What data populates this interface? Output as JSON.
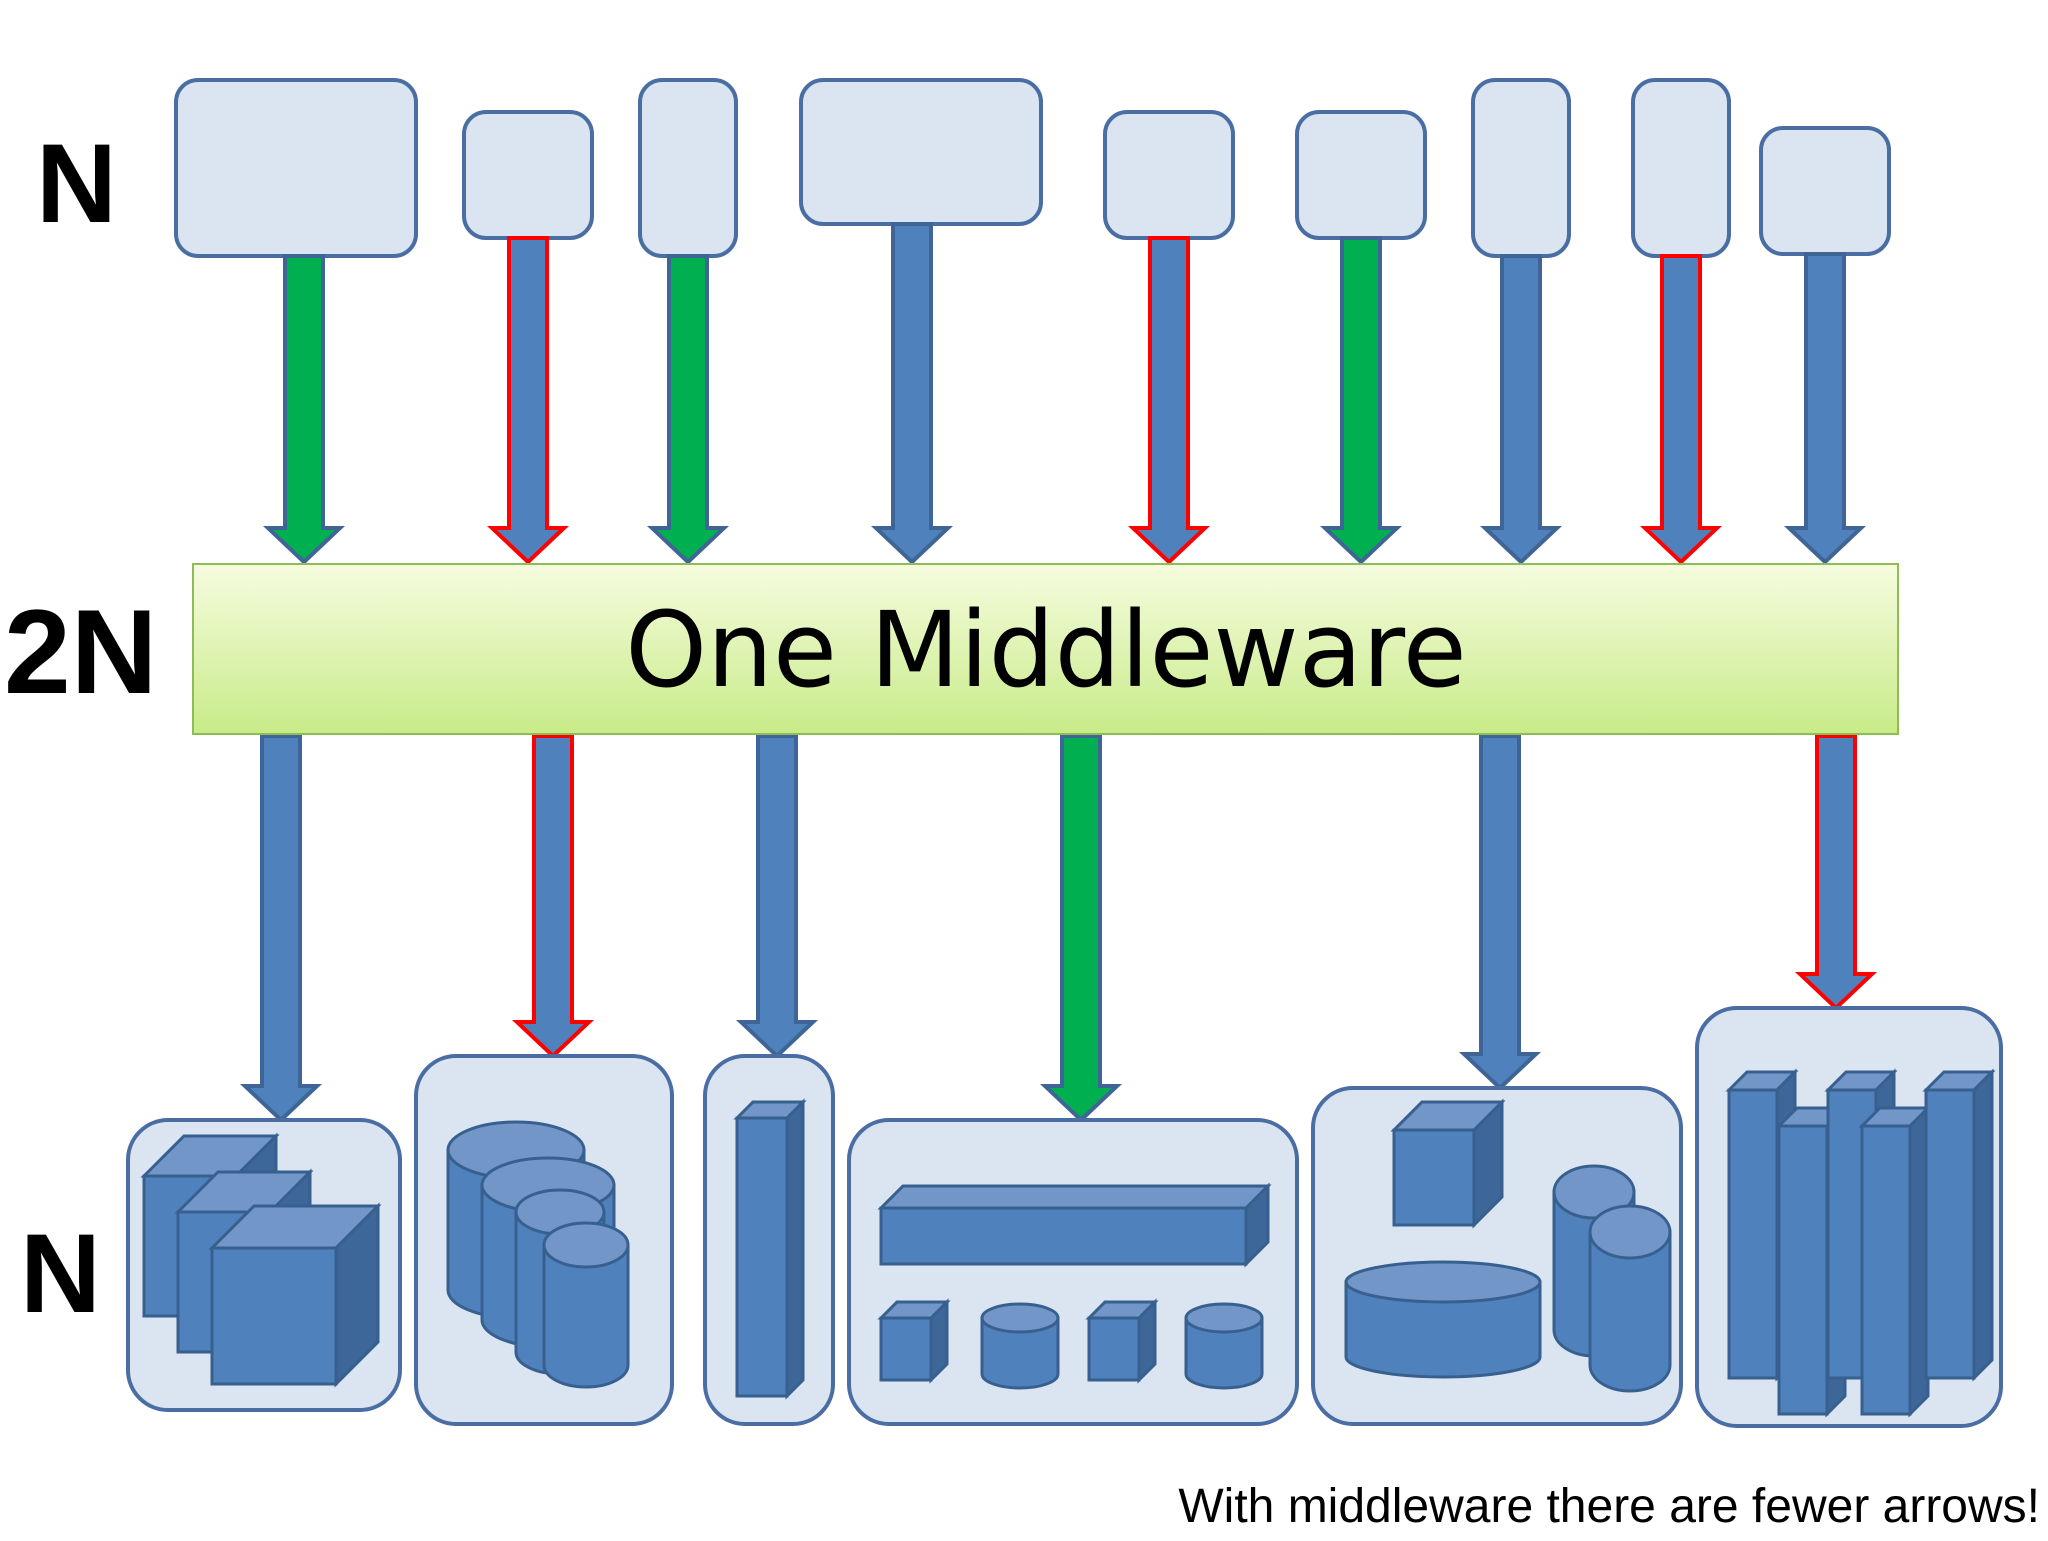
{
  "labels": {
    "top_n": "N",
    "middle_2n": "2N",
    "bottom_n": "N"
  },
  "middleware": {
    "label": "One Middleware"
  },
  "caption": "With middleware there are fewer arrows!",
  "colors": {
    "box_fill": "#dbe5f1",
    "box_stroke": "#4a6ea3",
    "arrow_blue": "#4f81bd",
    "arrow_green": "#00b050",
    "arrow_red_outline": "#ff0000",
    "middleware_fill_top": "#f4fbd8",
    "middleware_fill_bottom": "#c9ec8a",
    "shape_fill": "#4f81bd"
  },
  "top_arrows": [
    "green",
    "red",
    "green",
    "blue",
    "red",
    "green",
    "blue",
    "red",
    "blue"
  ],
  "bottom_arrows": [
    "blue",
    "red",
    "blue",
    "green",
    "blue",
    "red"
  ],
  "bottom_groups": [
    "cubes",
    "cylinders",
    "tall-bar",
    "bar-and-blocks",
    "mixed",
    "columns"
  ]
}
